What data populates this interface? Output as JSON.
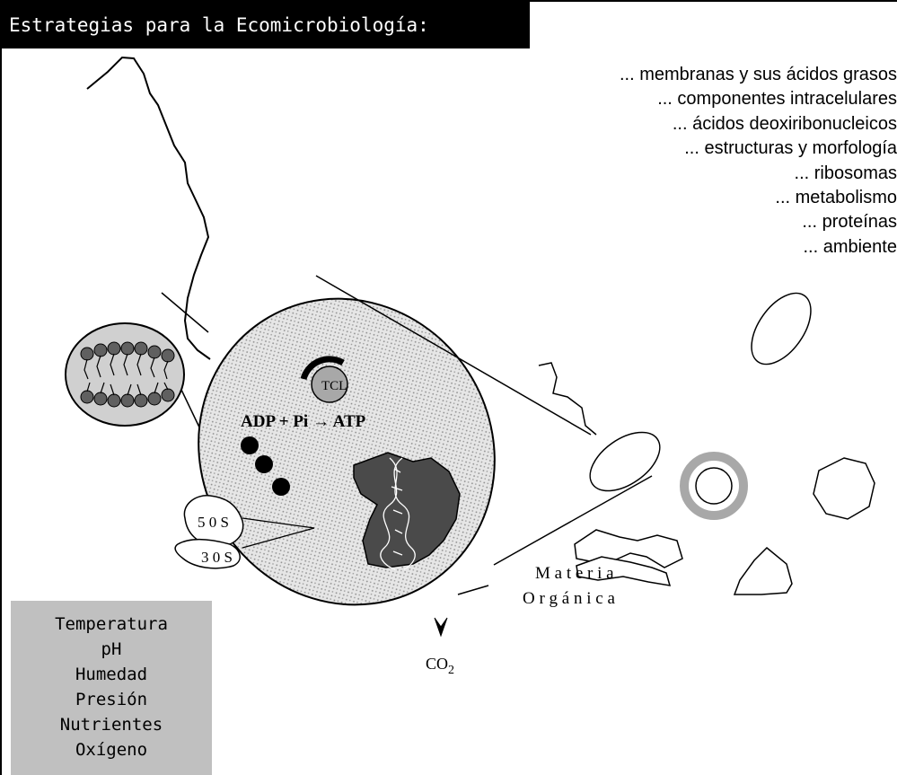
{
  "title": "Estrategias para la Ecomicrobiología:",
  "strategies": [
    "... membranas y sus ácidos grasos",
    "... componentes intracelulares",
    "... ácidos deoxiribonucleicos",
    "... estructuras y morfología",
    "... ribosomas",
    "... metabolismo",
    "... proteínas",
    "... ambiente"
  ],
  "factors": [
    "Temperatura",
    "pH",
    "Humedad",
    "Presión",
    "Nutrientes",
    "Oxígeno"
  ],
  "labels": {
    "metabolic_reaction": "ADP + Pi → ATP",
    "tcl": "TCL",
    "ribosome_large": "5 0 S",
    "ribosome_small": "3 0 S",
    "organic_matter_line1": "M a t e r i a",
    "organic_matter_line2": "O r g á n i c a",
    "co2_base": "CO",
    "co2_sub": "2"
  },
  "colors": {
    "cell_fill": "#d9d9d9",
    "nucleoid": "#4a4a4a",
    "membrane_lipid_head": "#606060",
    "ribosome_dots": "#000000",
    "ring_gray": "#a8a8a8",
    "factors_bg": "#c0c0c0"
  }
}
